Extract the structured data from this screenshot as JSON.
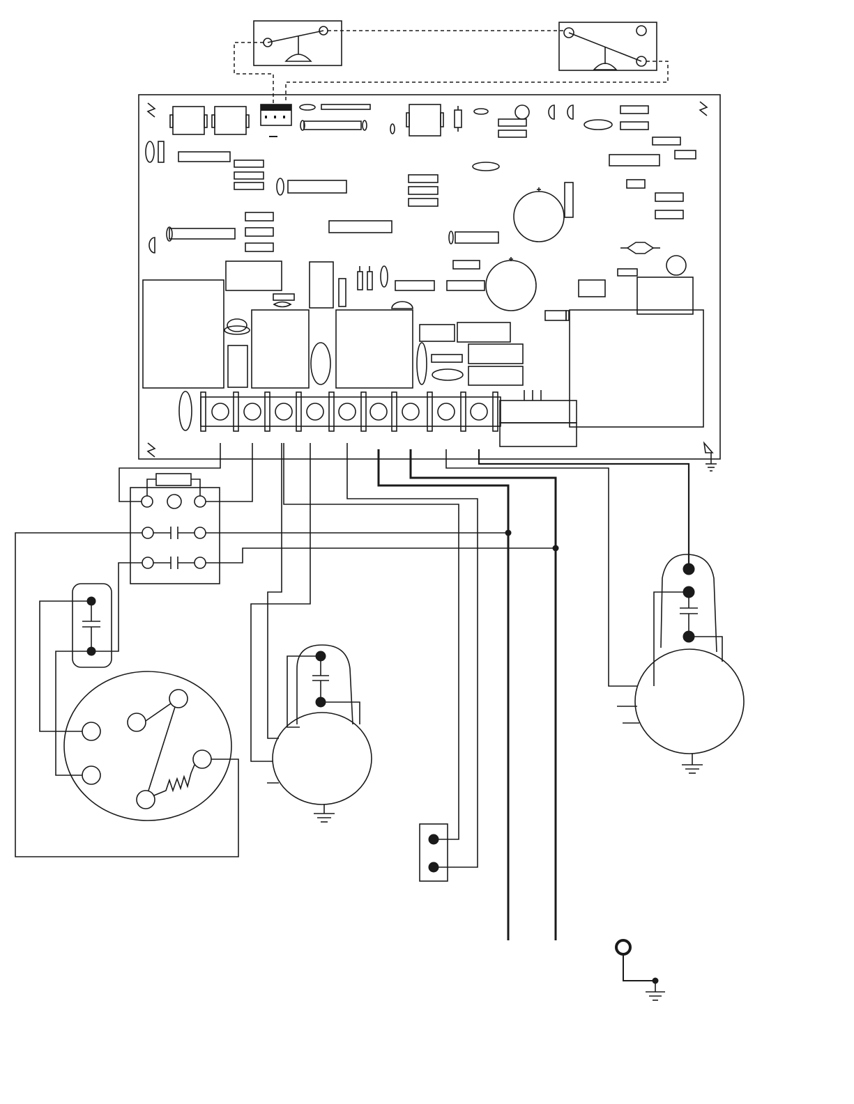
{
  "diagram": {
    "title": "",
    "colors": {
      "line": "#1a1a1a",
      "background": "#ffffff"
    },
    "components": [
      {
        "name": "limit-switch-left"
      },
      {
        "name": "limit-switch-right"
      },
      {
        "name": "control-board"
      },
      {
        "name": "relay-block"
      },
      {
        "name": "capacitor-left"
      },
      {
        "name": "selector-switch"
      },
      {
        "name": "motor-center"
      },
      {
        "name": "motor-right"
      },
      {
        "name": "two-pin-connector"
      },
      {
        "name": "ground-terminal"
      }
    ]
  }
}
